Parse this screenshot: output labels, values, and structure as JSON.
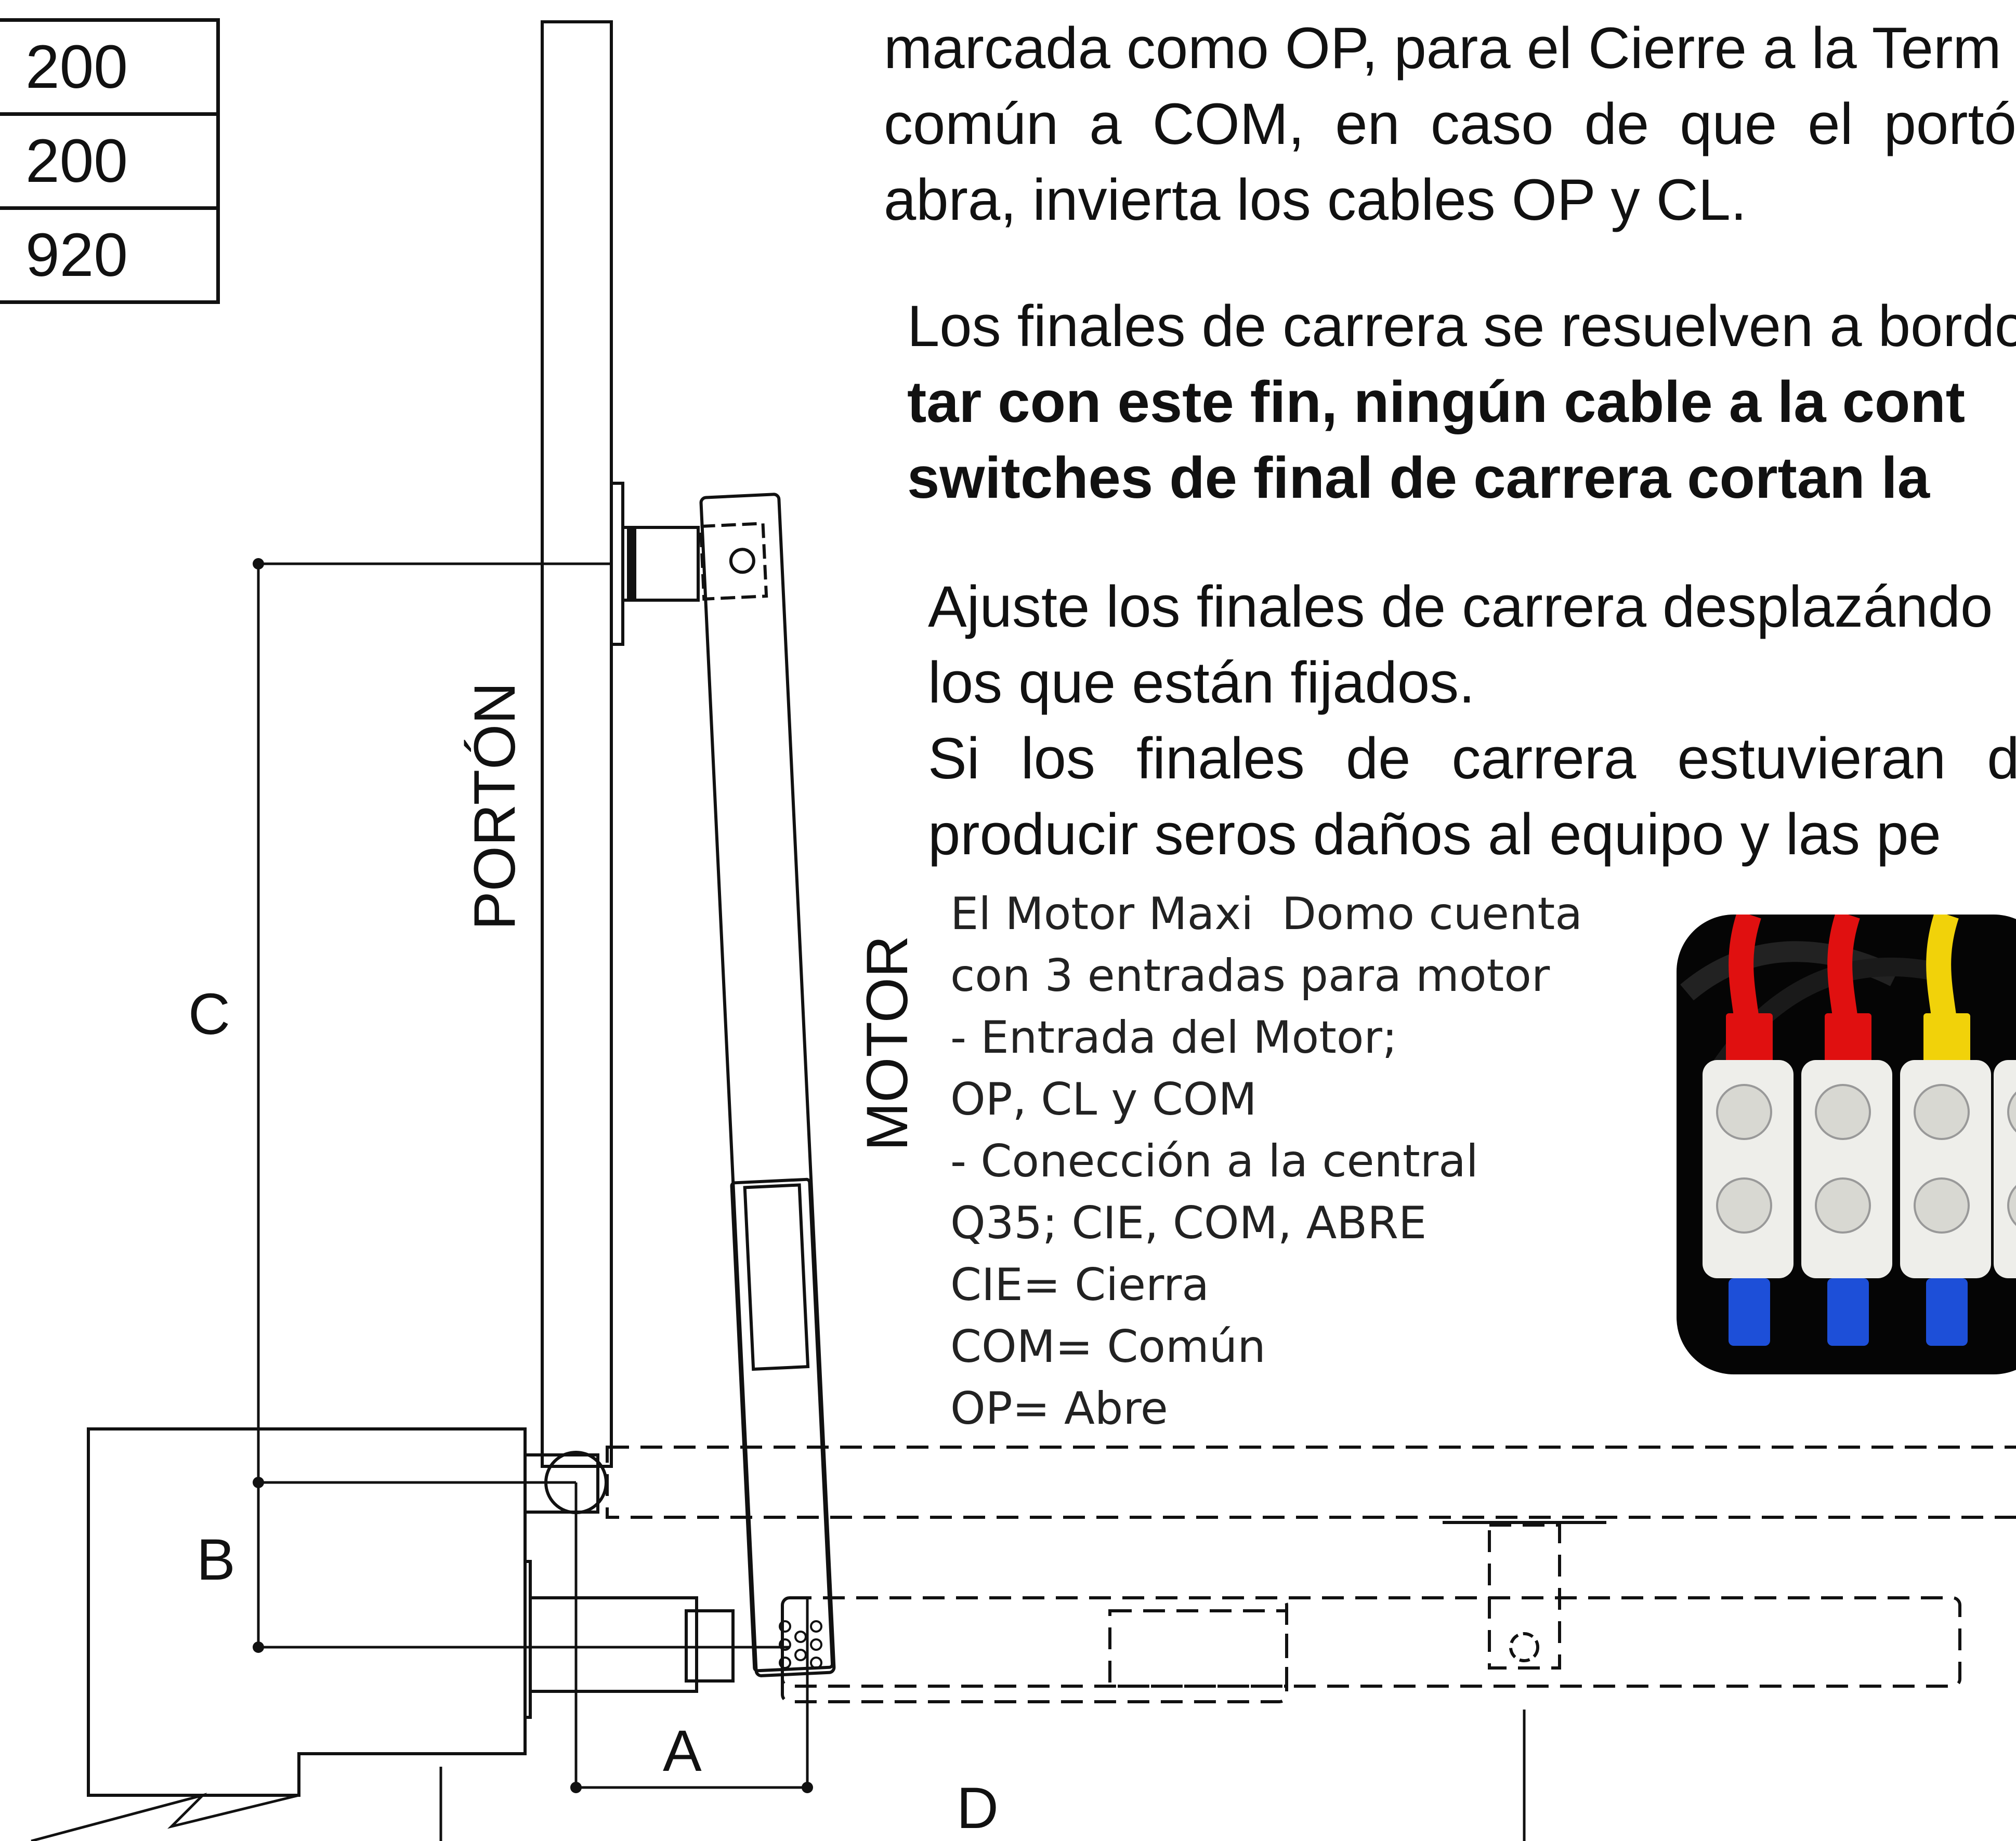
{
  "values_table": {
    "rows": [
      "200",
      "200",
      "920"
    ]
  },
  "paragraph1": {
    "lines": [
      "marcada como OP, para el Cierre a la Term",
      "común a COM, en caso de que el portó",
      "abra, invierta los cables OP y CL."
    ]
  },
  "paragraph2": {
    "lines": [
      "Los finales de carrera se resuelven a bordo",
      "tar con este fin, ningún cable a la cont",
      "switches de final de carrera cortan la"
    ]
  },
  "paragraph3": {
    "lines": [
      "Ajuste los finales de carrera desplazándo",
      "los que están fijados.",
      "Si los finales de carrera estuvieran d",
      "producir seros daños al equipo y las pe"
    ]
  },
  "motor_notes": {
    "lines": [
      "El Motor Maxi  Domo cuenta",
      "con 3 entradas para motor",
      "- Entrada del Motor;",
      "OP, CL y COM",
      "- Conección a la central",
      "Q35; CIE, COM, ABRE",
      "CIE= Cierra",
      "COM= Común",
      "OP= Abre"
    ]
  },
  "diagram": {
    "gate_label": "PORTÓN",
    "motor_label": "MOTOR",
    "dim_a": "A",
    "dim_b": "B",
    "dim_c": "C",
    "dim_d": "D"
  },
  "photo": {
    "wire_colors": [
      "#e01010",
      "#e01010",
      "#f1d20a",
      "#1d4fd8"
    ],
    "connector_color": "#eeeeea"
  }
}
